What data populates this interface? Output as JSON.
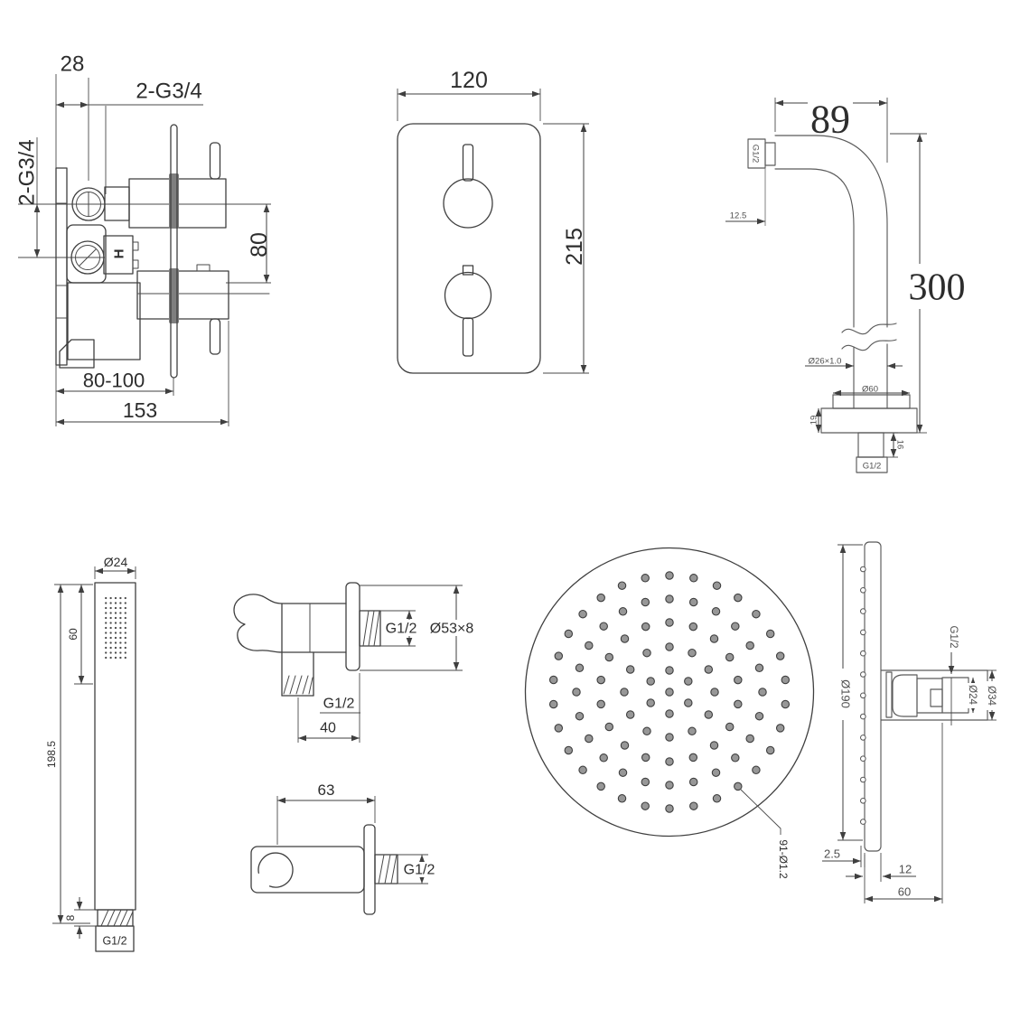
{
  "valve": {
    "dim_28": "28",
    "inlet_top": "2-G3/4",
    "inlet_left": "2-G3/4",
    "hot_marker": "H",
    "dim_80": "80",
    "dim_depth": "80-100",
    "dim_153": "153"
  },
  "faceplate": {
    "dim_width": "120",
    "dim_height": "215"
  },
  "arm": {
    "dim_89": "89",
    "dim_300": "300",
    "wall_thread": "G1/2",
    "dim_12_5": "12.5",
    "pipe_spec": "Ø26×1.0",
    "flange_diameter": "Ø60",
    "flange_depth": "19",
    "thread_length": "16",
    "outlet_thread": "G1/2"
  },
  "hand_shower": {
    "head_diameter": "Ø24",
    "spray_length": "60",
    "total_length": "198.5",
    "thread_length": "8",
    "thread": "G1/2"
  },
  "outlet_side": {
    "wall_thread": "G1/2",
    "plate_spec": "Ø53×8",
    "hose_thread": "G1/2",
    "dim_40": "40"
  },
  "outlet_top": {
    "dim_63": "63",
    "thread": "G1/2"
  },
  "head_face": {
    "nozzle_spec": "91-Ø1.2"
  },
  "head_side": {
    "diameter": "Ø190",
    "thread": "G1/2",
    "joint_diameter": "Ø24",
    "nut_diameter": "Ø34",
    "face_thickness": "2.5",
    "disc_thickness": "12",
    "dim_60": "60"
  }
}
